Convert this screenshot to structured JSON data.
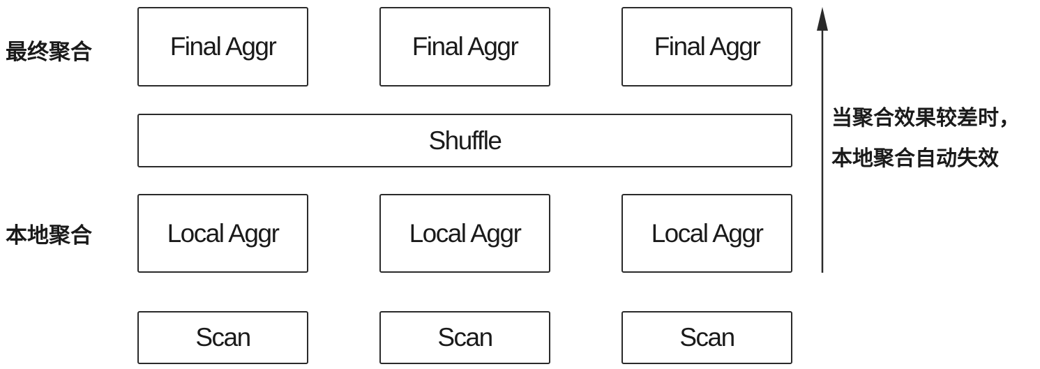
{
  "row_labels": {
    "final": "最终聚合",
    "local": "本地聚合"
  },
  "final_aggr": [
    "Final Aggr",
    "Final Aggr",
    "Final Aggr"
  ],
  "shuffle": "Shuffle",
  "local_aggr": [
    "Local Aggr",
    "Local Aggr",
    "Local Aggr"
  ],
  "scan": [
    "Scan",
    "Scan",
    "Scan"
  ],
  "note": {
    "line1": "当聚合效果较差时，",
    "line2": "本地聚合自动失效"
  },
  "colors": {
    "stroke": "#2a2a2a",
    "text": "#1a1a1a",
    "background": "#ffffff"
  }
}
